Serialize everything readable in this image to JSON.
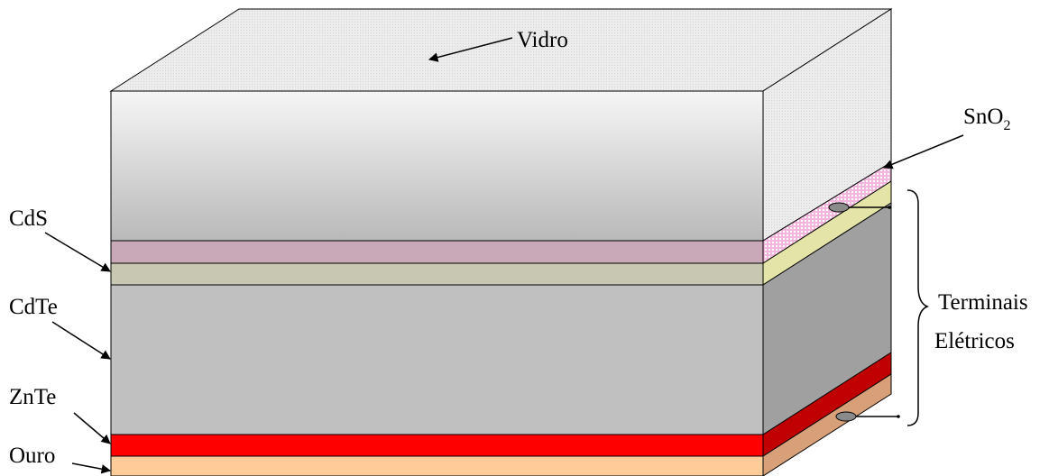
{
  "labels": {
    "glass": "Vidro",
    "sno2_base": "SnO",
    "sno2_sub": "2",
    "cds": "CdS",
    "cdte": "CdTe",
    "znte": "ZnTe",
    "gold": "Ouro",
    "terminals_line1": "Terminais",
    "terminals_line2": "Elétricos"
  },
  "layers": [
    {
      "name": "Vidro",
      "front": "#cfcfcf",
      "side": "#e2e2e2"
    },
    {
      "name": "SnO2",
      "front": "#c9a9b7",
      "side": "#f2b6dc"
    },
    {
      "name": "CdS",
      "front": "#c8c8b2",
      "side": "#e4e4a8"
    },
    {
      "name": "CdTe",
      "front": "#c0c0c0",
      "side": "#a0a0a0"
    },
    {
      "name": "ZnTe",
      "front": "#ff0000",
      "side": "#c00000"
    },
    {
      "name": "Ouro",
      "front": "#ffcc99",
      "side": "#d8a078"
    }
  ]
}
